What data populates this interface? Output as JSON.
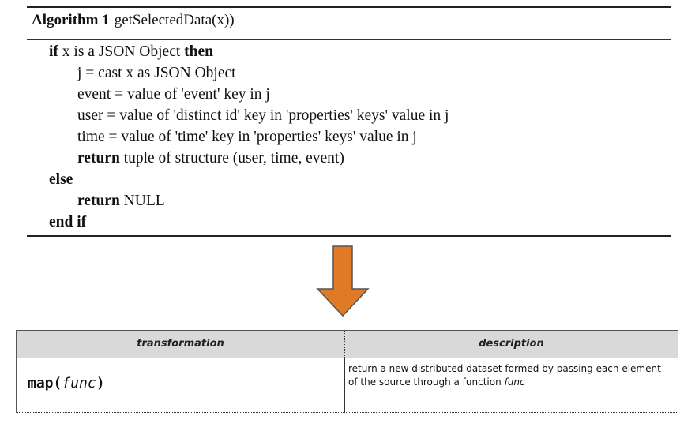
{
  "algorithm": {
    "keyword": "Algorithm 1",
    "name": "getSelectedData(x))",
    "lines": [
      {
        "kw1": "if",
        "text": " x is a JSON Object ",
        "kw2": "then"
      },
      {
        "text": "j = cast x as JSON Object"
      },
      {
        "text": "event = value of 'event' key in j"
      },
      {
        "text": "user = value of 'distinct id' key in 'properties' keys' value in j"
      },
      {
        "text": "time = value of 'time' key in 'properties' keys' value in j"
      },
      {
        "kw1": "return",
        "text": " tuple of structure (user, time, event)"
      },
      {
        "kw1": "else"
      },
      {
        "kw1": "return",
        "text": " NULL"
      },
      {
        "kw1": "end if"
      }
    ]
  },
  "arrow": {
    "fill": "#e07a26",
    "stroke": "#555555",
    "icon": "down-arrow-icon"
  },
  "table": {
    "headers": [
      "transformation",
      "description"
    ],
    "header_bg": "#d9d9d9",
    "rows": [
      {
        "fn": "map(",
        "arg": "func",
        "close": ")",
        "description": "return a new distributed dataset formed by passing each element of the source through a function ",
        "description_em": "func"
      }
    ]
  }
}
